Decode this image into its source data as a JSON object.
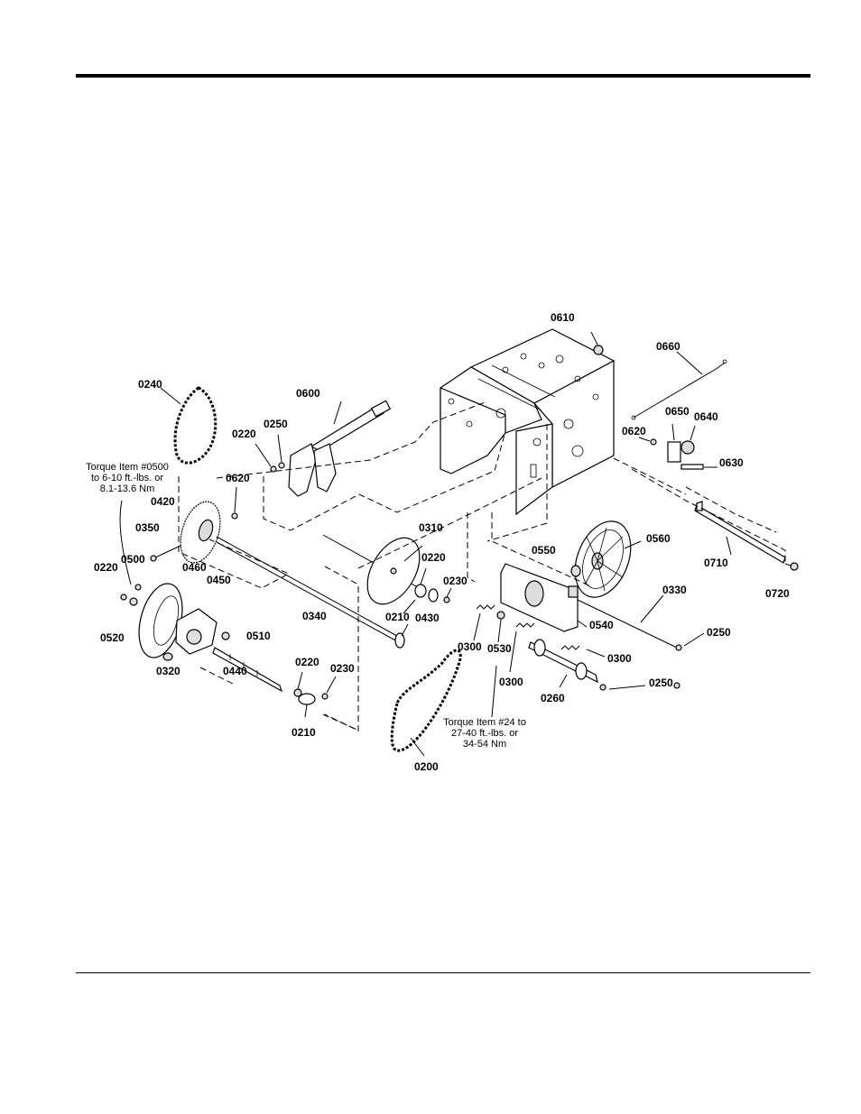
{
  "labels": {
    "p0610": "0610",
    "p0660": "0660",
    "p0240": "0240",
    "p0600": "0600",
    "p0250a": "0250",
    "p0220a": "0220",
    "p0650": "0650",
    "p0640": "0640",
    "p0620a": "0620",
    "p0630": "0630",
    "p0620b": "0620",
    "p0420": "0420",
    "p0350": "0350",
    "p0500": "0500",
    "p0220b": "0220",
    "p0460": "0460",
    "p0450": "0450",
    "p0520": "0520",
    "p0510": "0510",
    "p0310": "0310",
    "p0220c": "0220",
    "p0230a": "0230",
    "p0210a": "0210",
    "p0430": "0430",
    "p0340": "0340",
    "p0320": "0320",
    "p0440": "0440",
    "p0220d": "0220",
    "p0230b": "0230",
    "p0210b": "0210",
    "p0200": "0200",
    "p0560": "0560",
    "p0550": "0550",
    "p0710": "0710",
    "p0720": "0720",
    "p0330": "0330",
    "p0540": "0540",
    "p0250b": "0250",
    "p0300a": "0300",
    "p0530": "0530",
    "p0300b": "0300",
    "p0300c": "0300",
    "p0260": "0260",
    "p0250c": "0250"
  },
  "notes": {
    "torque1_line1": "Torque Item #0500",
    "torque1_line2": "to 6-10 ft.-lbs. or",
    "torque1_line3": "8.1-13.6 Nm",
    "torque2_line1": "Torque Item #24 to",
    "torque2_line2": "27-40 ft.-lbs. or",
    "torque2_line3": "34-54 Nm"
  }
}
